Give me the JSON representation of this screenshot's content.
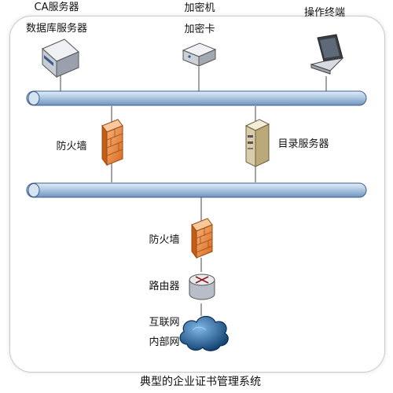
{
  "nodes": {
    "ca_server_line1": "CA服务器",
    "ca_server_line2": "数据库服务器",
    "encryptor_line1": "加密机",
    "encryptor_line2": "加密卡",
    "operator_terminal": "操作终端",
    "firewall_upper": "防火墙",
    "directory_server": "目录服务器",
    "firewall_lower": "防火墙",
    "router": "路由器",
    "network_line1": "互联网",
    "network_line2": "内部网"
  },
  "caption": "典型的企业证书管理系统",
  "icons": [
    "server-icon",
    "encryption-device-icon",
    "laptop-icon",
    "firewall-icon",
    "tower-server-icon",
    "router-icon",
    "cloud-icon"
  ],
  "colors": {
    "bus_fill": "#b9d0e8",
    "bus_stroke": "#3a5f8a",
    "firewall": "#e8893a",
    "cloud": "#1f5f99"
  }
}
